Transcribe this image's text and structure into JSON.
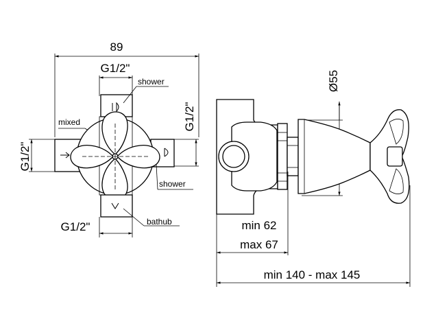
{
  "front_view": {
    "width_dim": "89",
    "top_port_dim": "G1/2\"",
    "left_port_dim": "G1/2\"",
    "right_port_dim": "G1/2\"",
    "bottom_port_dim": "G1/2\"",
    "labels": {
      "top_outlet": "shower",
      "left_inlet": "mixed",
      "right_outlet": "shower",
      "bottom_outlet": "bathub"
    }
  },
  "side_view": {
    "diameter_dim": "Ø55",
    "depth_min": "min 62",
    "depth_max": "max 67",
    "total_length": "min 140 - max 145"
  }
}
